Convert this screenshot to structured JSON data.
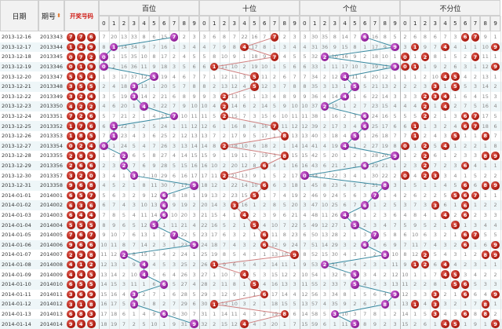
{
  "header": {
    "date_label": "日期",
    "issue_label": "期号",
    "draw_label": "开奖号码",
    "sections": [
      "百位",
      "十位",
      "个位",
      "不分位"
    ],
    "digits": [
      "0",
      "1",
      "2",
      "3",
      "4",
      "5",
      "6",
      "7",
      "8",
      "9"
    ]
  },
  "colors": {
    "red_ball": "#b3231a",
    "purple_ball": "#a02aa8",
    "hundreds_line": "#3a8aa0",
    "tens_line": "#d08080",
    "units_line": "#3a8aa0"
  },
  "rows": [
    {
      "date": "2013-12-16",
      "issue": "2013343",
      "draw": [
        7,
        7,
        6
      ]
    },
    {
      "date": "2013-12-17",
      "issue": "2013344",
      "draw": [
        1,
        4,
        9
      ]
    },
    {
      "date": "2013-12-18",
      "issue": "2013345",
      "draw": [
        0,
        7,
        2
      ]
    },
    {
      "date": "2013-12-19",
      "issue": "2013346",
      "draw": [
        0,
        1,
        9
      ]
    },
    {
      "date": "2013-12-20",
      "issue": "2013347",
      "draw": [
        5,
        5,
        4
      ]
    },
    {
      "date": "2013-12-21",
      "issue": "2013348",
      "draw": [
        3,
        5,
        5
      ]
    },
    {
      "date": "2013-12-22",
      "issue": "2013349",
      "draw": [
        3,
        2,
        4
      ]
    },
    {
      "date": "2013-12-23",
      "issue": "2013350",
      "draw": [
        4,
        2,
        2
      ]
    },
    {
      "date": "2013-12-24",
      "issue": "2013351",
      "draw": [
        7,
        2,
        6
      ]
    },
    {
      "date": "2013-12-25",
      "issue": "2013352",
      "draw": [
        1,
        7,
        6
      ]
    },
    {
      "date": "2013-12-26",
      "issue": "2013353",
      "draw": [
        1,
        8,
        5
      ]
    },
    {
      "date": "2013-12-27",
      "issue": "2013354",
      "draw": [
        0,
        2,
        4
      ]
    },
    {
      "date": "2013-12-28",
      "issue": "2013355",
      "draw": [
        2,
        8,
        9
      ]
    },
    {
      "date": "2013-12-29",
      "issue": "2013356",
      "draw": [
        2,
        6,
        6
      ]
    },
    {
      "date": "2013-12-30",
      "issue": "2013357",
      "draw": [
        3,
        2,
        0
      ]
    },
    {
      "date": "2013-12-31",
      "issue": "2013358",
      "draw": [
        9,
        6,
        8
      ]
    },
    {
      "date": "2014-01-01",
      "issue": "2014001",
      "draw": [
        6,
        5,
        7
      ]
    },
    {
      "date": "2014-01-02",
      "issue": "2014002",
      "draw": [
        6,
        3,
        6
      ]
    },
    {
      "date": "2014-01-03",
      "issue": "2014003",
      "draw": [
        6,
        4,
        4
      ]
    },
    {
      "date": "2014-01-04",
      "issue": "2014004",
      "draw": [
        5,
        5,
        5
      ]
    },
    {
      "date": "2014-01-05",
      "issue": "2014005",
      "draw": [
        7,
        6,
        7
      ]
    },
    {
      "date": "2014-01-06",
      "issue": "2014006",
      "draw": [
        9,
        6,
        6
      ]
    },
    {
      "date": "2014-01-07",
      "issue": "2014007",
      "draw": [
        2,
        9,
        8
      ]
    },
    {
      "date": "2014-01-08",
      "issue": "2014008",
      "draw": [
        4,
        1,
        2
      ]
    },
    {
      "date": "2014-01-09",
      "issue": "2014009",
      "draw": [
        4,
        4,
        5
      ]
    },
    {
      "date": "2014-01-10",
      "issue": "2014010",
      "draw": [
        6,
        5,
        5
      ]
    },
    {
      "date": "2014-01-11",
      "issue": "2014011",
      "draw": [
        3,
        6,
        9
      ]
    },
    {
      "date": "2014-01-12",
      "issue": "2014012",
      "draw": [
        3,
        1,
        8
      ]
    },
    {
      "date": "2014-01-13",
      "issue": "2014013",
      "draw": [
        6,
        8,
        3
      ]
    },
    {
      "date": "2014-01-14",
      "issue": "2014014",
      "draw": [
        9,
        4,
        5
      ]
    }
  ]
}
